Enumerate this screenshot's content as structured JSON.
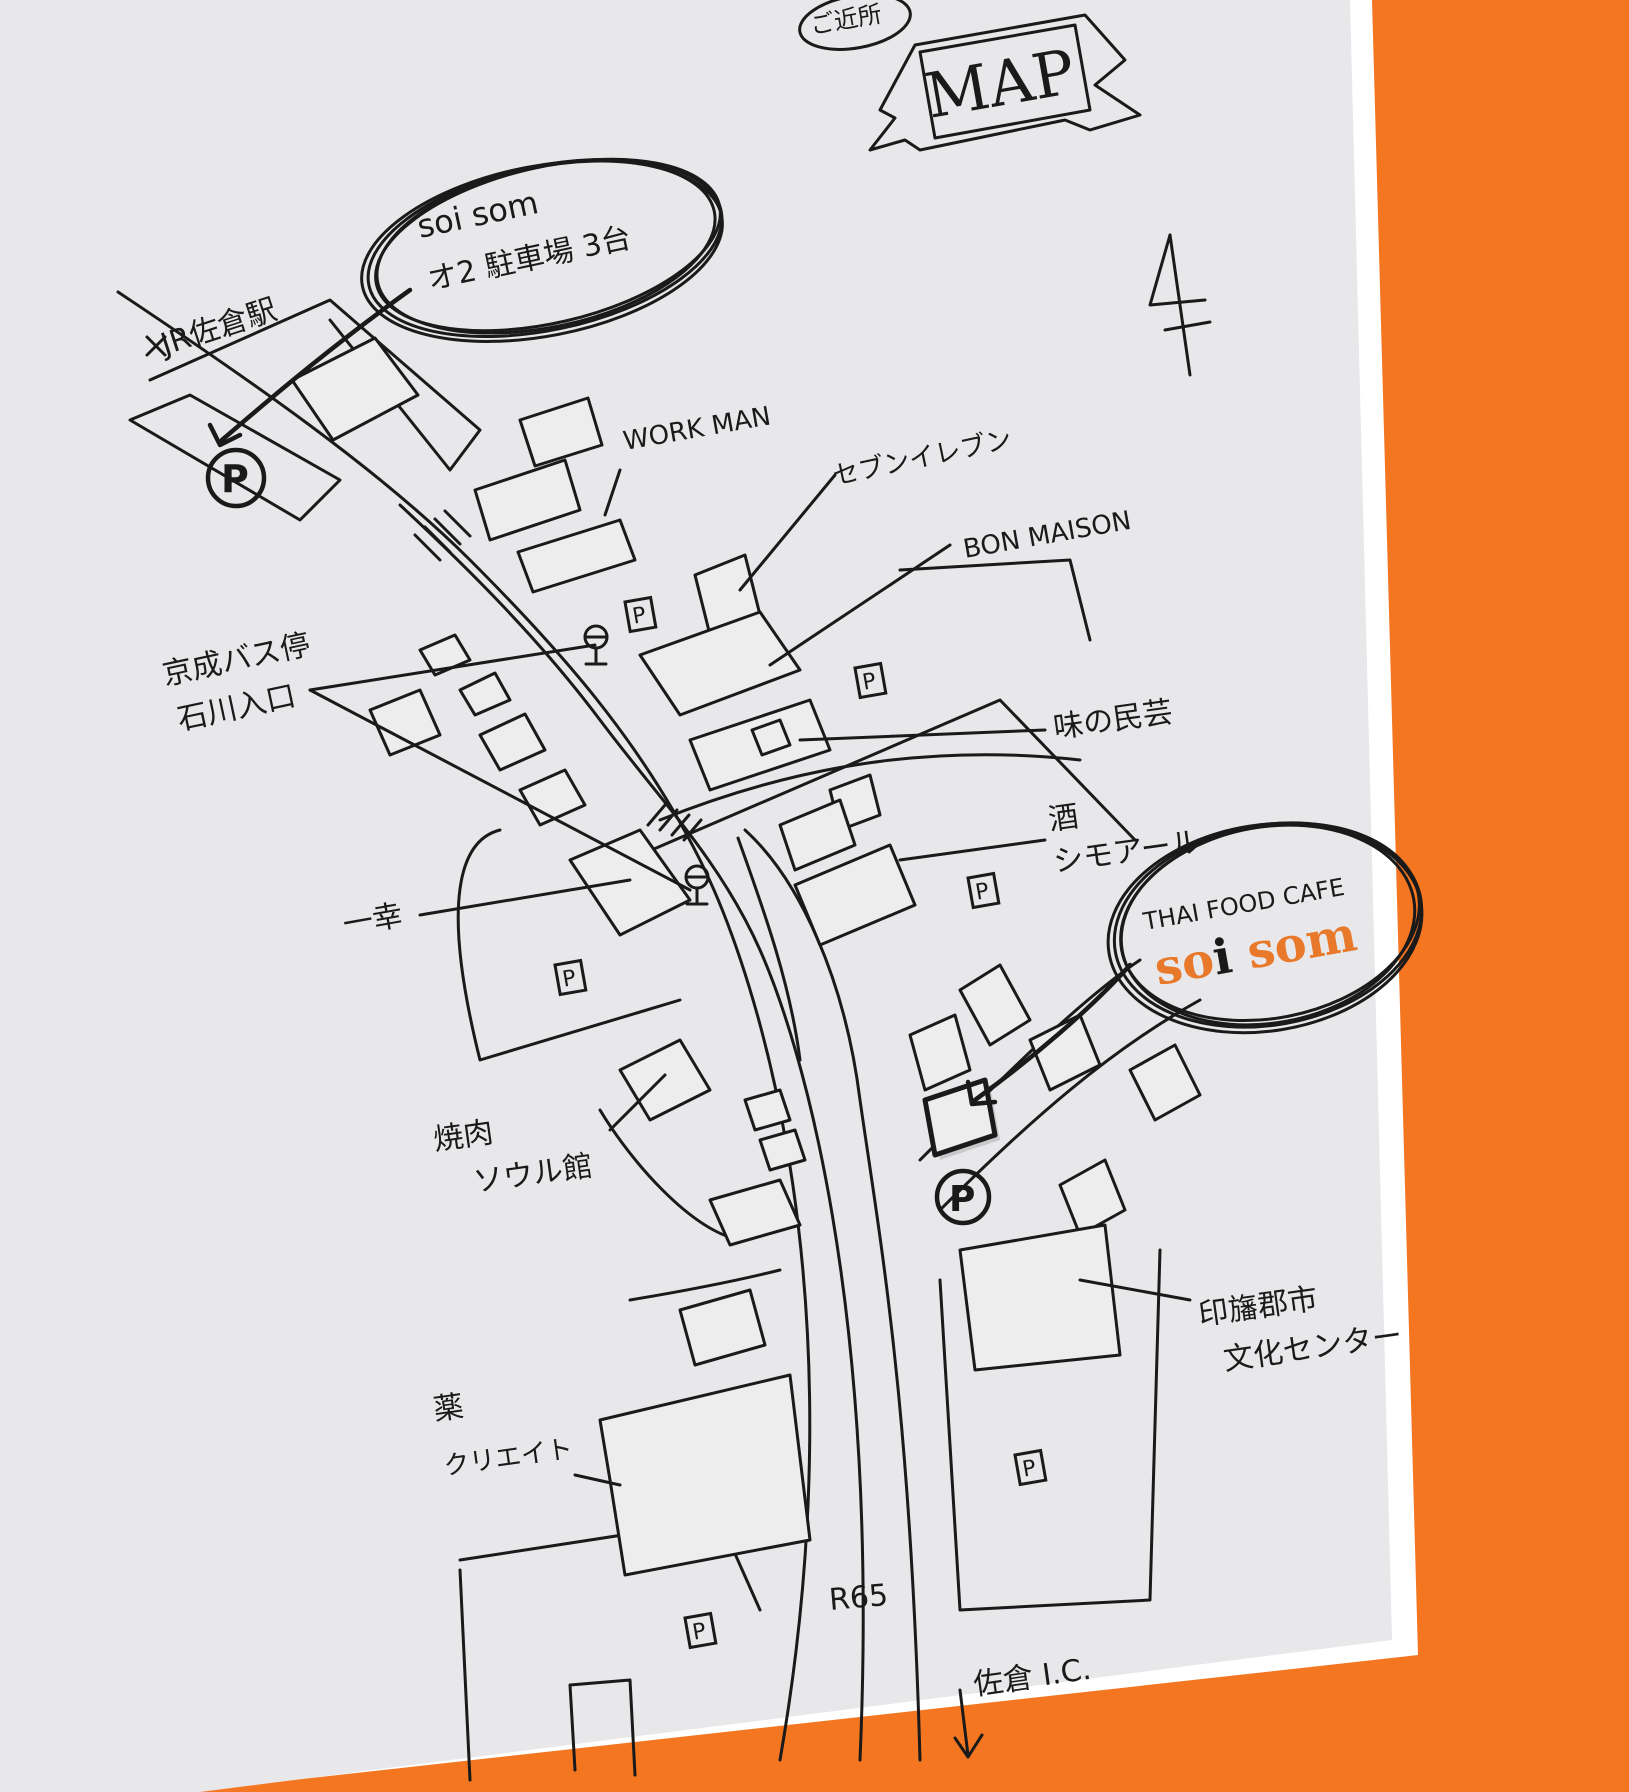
{
  "map": {
    "title_badge": "ご近所",
    "title": "MAP",
    "north_mark": "十",
    "colors": {
      "background": "#f47621",
      "paper": "#e8e8ea",
      "ink": "#1a1a1a",
      "brand": "#e8782a"
    },
    "callouts": {
      "parking2_line1": "soi som",
      "parking2_line2": "オ2 駐車場 3台",
      "shop_tagline": "THAI FOOD CAFE",
      "shop_name_1": "so",
      "shop_name_i": "i",
      "shop_name_2": " som"
    },
    "labels": {
      "station": "JR佐倉駅",
      "workman": "WORK MAN",
      "seven_eleven": "セブンイレブン",
      "bon_maison": "BON MAISON",
      "bus_stop_1": "京成バス停",
      "bus_stop_2": "石川入口",
      "ajinomingei": "味の民芸",
      "sake_1": "酒",
      "sake_2": "シモアール",
      "ikko": "一幸",
      "yakiniku_1": "焼肉",
      "yakiniku_2": "ソウル館",
      "bunka_1": "印旛郡市",
      "bunka_2": "文化センター",
      "drug_1": "薬",
      "drug_2": "クリエイト",
      "route": "R65",
      "ic": "佐倉 I.C."
    },
    "parking_letter": "P"
  }
}
